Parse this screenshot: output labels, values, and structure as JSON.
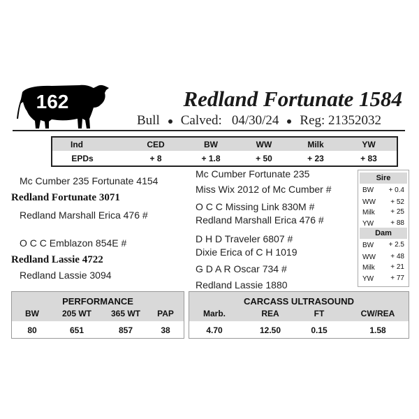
{
  "lot_number": "162",
  "animal_name": "Redland Fortunate 1584",
  "sex": "Bull",
  "calved_label": "Calved:",
  "calved_date": "04/30/24",
  "reg_label": "Reg:",
  "reg_number": "21352032",
  "epd": {
    "headers": [
      "Ind",
      "CED",
      "BW",
      "WW",
      "Milk",
      "YW"
    ],
    "row_label": "EPDs",
    "values": [
      "+ 8",
      "+ 1.8",
      "+ 50",
      "+ 23",
      "+ 83"
    ]
  },
  "pedigree": {
    "sire_sire": "Mc Cumber 235 Fortunate 4154",
    "sire": "Redland Fortunate 3071",
    "sire_dam": "Redland Marshall Erica 476 #",
    "dam_sire": "O C C Emblazon 854E #",
    "dam": "Redland Lassie 4722",
    "dam_dam": "Redland Lassie 3094",
    "ssss": "Mc Cumber Fortunate 235",
    "sssd": "Miss Wix 2012 of Mc Cumber #",
    "ssds": "O C C Missing Link 830M #",
    "ssdd": "Redland Marshall Erica 476 #",
    "sdss": "D H D Traveler 6807 #",
    "sdsd": "Dixie Erica of C H 1019",
    "sdds": "G D A R Oscar 734 #",
    "sddd": "Redland Lassie 1880"
  },
  "sire_epds": {
    "title": "Sire",
    "rows": [
      {
        "label": "BW",
        "value": "+ 0.4"
      },
      {
        "label": "WW",
        "value": "+ 52"
      },
      {
        "label": "Milk",
        "value": "+ 25"
      },
      {
        "label": "YW",
        "value": "+ 88"
      }
    ]
  },
  "dam_epds": {
    "title": "Dam",
    "rows": [
      {
        "label": "BW",
        "value": "+ 2.5"
      },
      {
        "label": "WW",
        "value": "+ 48"
      },
      {
        "label": "Milk",
        "value": "+ 21"
      },
      {
        "label": "YW",
        "value": "+ 77"
      }
    ]
  },
  "performance": {
    "title": "PERFORMANCE",
    "headers": [
      "BW",
      "205 WT",
      "365 WT",
      "PAP"
    ],
    "values": [
      "80",
      "651",
      "857",
      "38"
    ]
  },
  "carcass": {
    "title": "CARCASS ULTRASOUND",
    "headers": [
      "Marb.",
      "REA",
      "FT",
      "CW/REA"
    ],
    "values": [
      "4.70",
      "12.50",
      "0.15",
      "1.58"
    ]
  },
  "colors": {
    "header_gray": "#d9d9d9",
    "text": "#111111"
  }
}
